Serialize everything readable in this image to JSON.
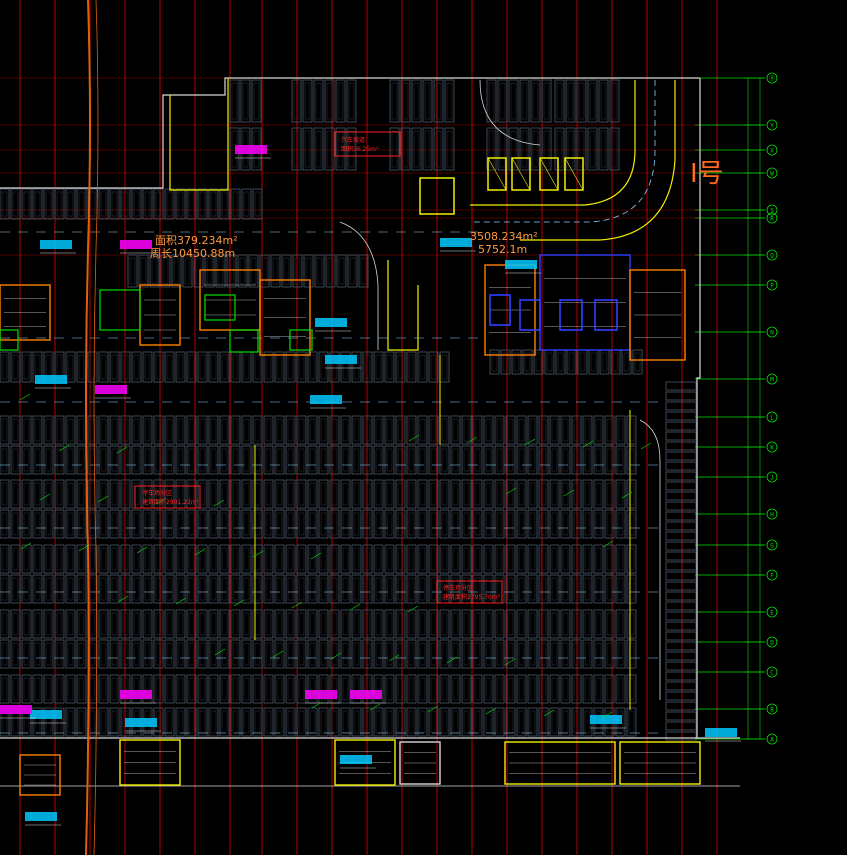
{
  "drawing": {
    "colors": {
      "background": "#000000",
      "grid_line": "#e00000",
      "axis_green": "#00e000",
      "structure_white": "#d8d8d8",
      "parking_stall": "#4a5a6a",
      "wall_yellow": "#f0f000",
      "core_orange": "#ff8000",
      "core_blue": "#3040ff",
      "label_cyan": "#00c8ff",
      "label_magenta": "#ff00ff",
      "text_red": "#ff2020",
      "text_orange": "#ff9a40",
      "road_orange": "#e06010"
    },
    "axis_labels": [
      "Ⓐ",
      "Y",
      "X",
      "W",
      "S",
      "R",
      "Q",
      "P",
      "N",
      "M",
      "L",
      "K",
      "J",
      "H",
      "G",
      "F",
      "E",
      "D",
      "C",
      "B",
      "A"
    ],
    "area_note_top_left": {
      "line1": "面积379.234m²",
      "line2": "周长10450.88m"
    },
    "area_note_top_center": {
      "line1": "3508.234m²",
      "line2": "5752.1m"
    },
    "red_box_left": {
      "line1": "停车场分区",
      "line2": "建筑面积2901.23m²"
    },
    "red_box_right": {
      "line1": "停车场分区",
      "line2": "建筑面积2795.70m²"
    },
    "red_box_top": {
      "line1": "汽车坡道",
      "line2": "面积36.25m²"
    },
    "symbol_text": "I号"
  }
}
